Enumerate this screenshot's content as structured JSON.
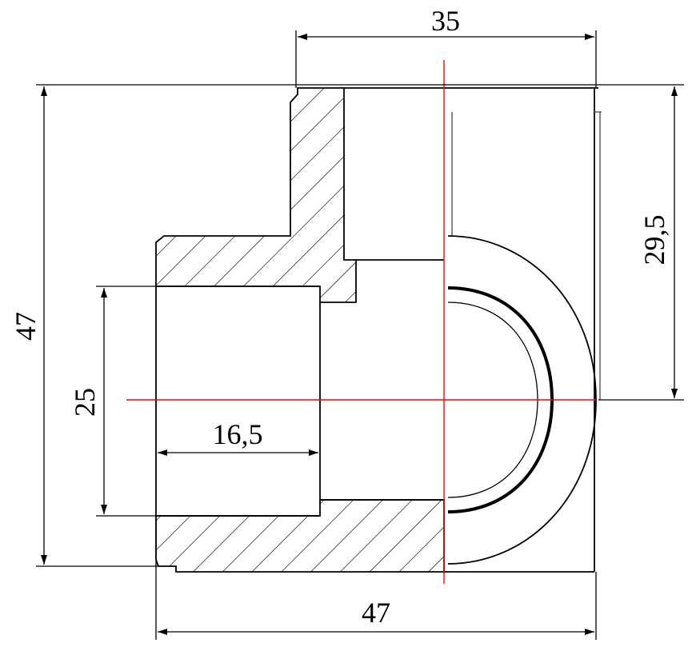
{
  "dimensions": {
    "top_width": "35",
    "overall_height": "47",
    "right_height": "29,5",
    "bore_diameter": "25",
    "socket_depth": "16,5",
    "overall_width": "47"
  },
  "colors": {
    "line": "#000000",
    "center_line": "#ff0000",
    "background": "#ffffff"
  }
}
